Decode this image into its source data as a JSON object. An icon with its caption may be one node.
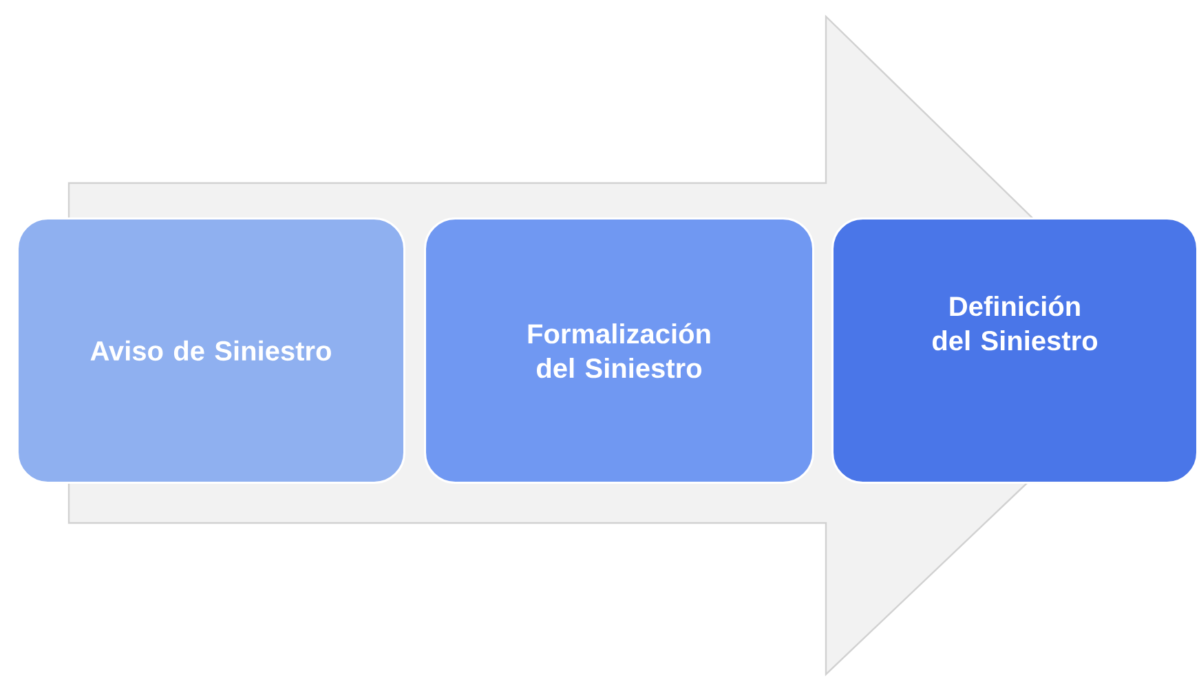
{
  "diagram": {
    "nodes": [
      {
        "text": [
          "Aviso de Siniestro"
        ]
      },
      {
        "text": [
          "Formalización del Siniestro"
        ]
      },
      {
        "text": [
          "Definición del Siniestro"
        ]
      }
    ],
    "edges": [
      {
        "from": 0,
        "to": 2,
        "arrow": "to"
      }
    ]
  }
}
